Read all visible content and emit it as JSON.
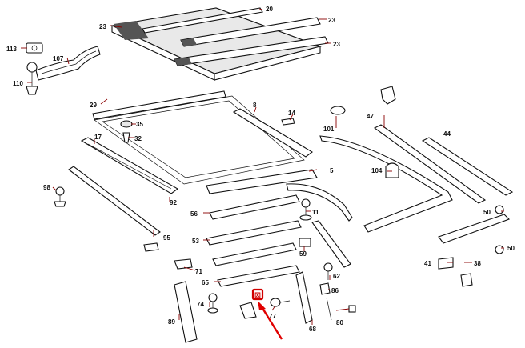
{
  "diagram": {
    "labels": [
      {
        "id": "p20",
        "text": "20"
      },
      {
        "id": "p23a",
        "text": "23"
      },
      {
        "id": "p23b",
        "text": "23"
      },
      {
        "id": "p23c",
        "text": "23"
      },
      {
        "id": "p113",
        "text": "113"
      },
      {
        "id": "p107",
        "text": "107"
      },
      {
        "id": "p110",
        "text": "110"
      },
      {
        "id": "p29",
        "text": "29"
      },
      {
        "id": "p8",
        "text": "8"
      },
      {
        "id": "p14",
        "text": "14"
      },
      {
        "id": "p47",
        "text": "47"
      },
      {
        "id": "p35",
        "text": "35"
      },
      {
        "id": "p17",
        "text": "17"
      },
      {
        "id": "p32",
        "text": "32"
      },
      {
        "id": "p101",
        "text": "101"
      },
      {
        "id": "p44",
        "text": "44"
      },
      {
        "id": "p5",
        "text": "5"
      },
      {
        "id": "p104",
        "text": "104"
      },
      {
        "id": "p98",
        "text": "98"
      },
      {
        "id": "p92",
        "text": "92"
      },
      {
        "id": "p56",
        "text": "56"
      },
      {
        "id": "p11",
        "text": "11"
      },
      {
        "id": "p50a",
        "text": "50"
      },
      {
        "id": "p95",
        "text": "95"
      },
      {
        "id": "p53",
        "text": "53"
      },
      {
        "id": "p59",
        "text": "59"
      },
      {
        "id": "p50b",
        "text": "50"
      },
      {
        "id": "p71",
        "text": "71"
      },
      {
        "id": "p41",
        "text": "41"
      },
      {
        "id": "p38",
        "text": "38"
      },
      {
        "id": "p62",
        "text": "62"
      },
      {
        "id": "p65",
        "text": "65"
      },
      {
        "id": "p86",
        "text": "86"
      },
      {
        "id": "p74",
        "text": "74"
      },
      {
        "id": "p77",
        "text": "77"
      },
      {
        "id": "p89",
        "text": "89"
      },
      {
        "id": "p68",
        "text": "68"
      },
      {
        "id": "p80",
        "text": "80"
      }
    ],
    "highlight": {
      "text": "⊠",
      "color": "#d00000"
    },
    "colors": {
      "leader": "#8b0000",
      "outline": "#111111",
      "arrow": "#e00000"
    }
  }
}
